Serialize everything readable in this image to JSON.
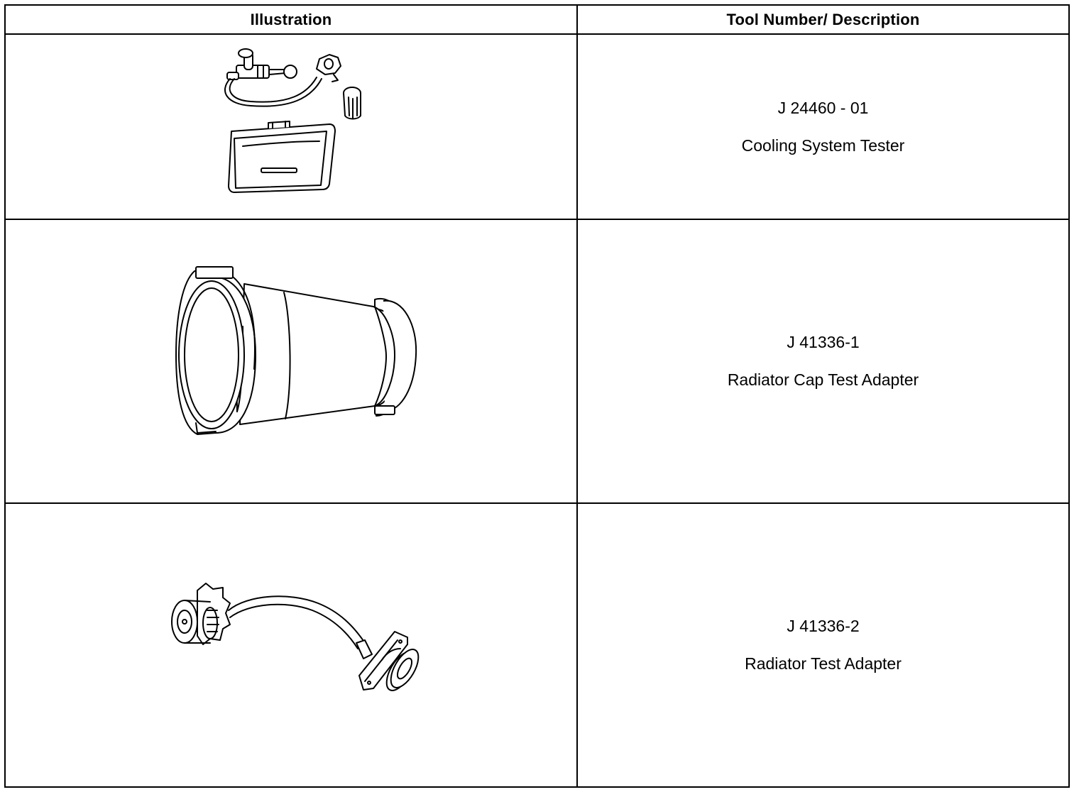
{
  "table": {
    "headers": {
      "illustration": "Illustration",
      "description": "Tool Number/ Description"
    },
    "rows": [
      {
        "tool_number": "J 24460 - 01",
        "description": "Cooling System Tester",
        "illustration_icon": "cooling-system-tester-kit-icon"
      },
      {
        "tool_number": "J 41336-1",
        "description": "Radiator Cap Test Adapter",
        "illustration_icon": "radiator-cap-test-adapter-icon"
      },
      {
        "tool_number": "J 41336-2",
        "description": "Radiator Test Adapter",
        "illustration_icon": "radiator-test-adapter-icon"
      }
    ]
  }
}
